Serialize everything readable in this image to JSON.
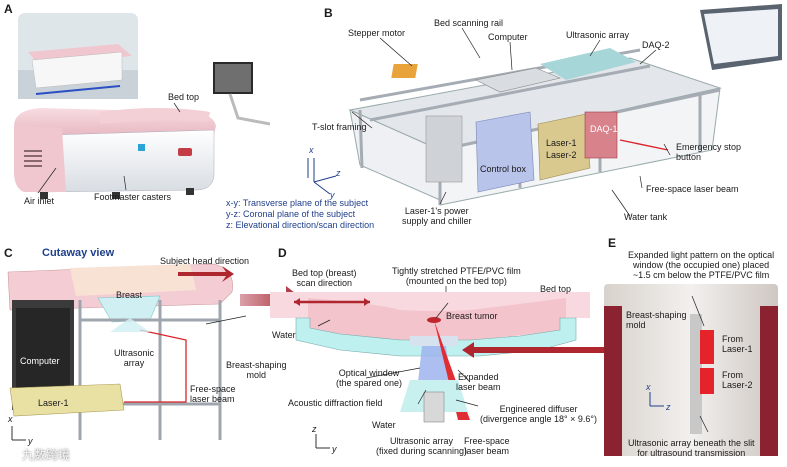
{
  "panels": {
    "a": "A",
    "b": "B",
    "c": "C",
    "d": "D",
    "e": "E"
  },
  "panel_a": {
    "bed_top": "Bed top",
    "air_inlet": "Air inlet",
    "casters": "Footmaster casters"
  },
  "planes": {
    "line1": "x-y: Transverse plane of the subject",
    "line2": "y-z: Coronal plane of the subject",
    "line3": "z: Elevational direction/scan direction"
  },
  "panel_b": {
    "stepper": "Stepper motor",
    "rail": "Bed scanning rail",
    "computer": "Computer",
    "ultrasonic": "Ultrasonic array",
    "daq2": "DAQ-2",
    "daq1": "DAQ-1",
    "tslot": "T-slot framing",
    "control_box": "Control box",
    "laser1": "Laser-1",
    "laser2": "Laser-2",
    "estop": "Emergency stop\nbutton",
    "freespace": "Free-space laser beam",
    "water_tank": "Water tank",
    "power_supply": "Laser-1's power\nsupply and chiller"
  },
  "panel_c": {
    "cutaway": "Cutaway view",
    "head_dir": "Subject head direction",
    "breast": "Breast",
    "computer": "Computer",
    "ultrasonic": "Ultrasonic\narray",
    "mold": "Breast-shaping\nmold",
    "freespace": "Free-space\nlaser beam",
    "laser1": "Laser-1"
  },
  "panel_d": {
    "scan_dir": "Bed top (breast)\nscan direction",
    "film": "Tightly stretched PTFE/PVC film\n(mounted on the bed top)",
    "bed_top": "Bed top",
    "water": "Water",
    "tumor": "Breast tumor",
    "window": "Optical window\n(the spared one)",
    "expanded": "Expanded\nlaser beam",
    "acoustic": "Acoustic diffraction field",
    "diffuser": "Engineered diffuser\n(divergence angle 18° × 9.6°)",
    "water2": "Water",
    "array": "Ultrasonic array\n(fixed during scanning)",
    "freespace": "Free-space\nlaser beam"
  },
  "panel_e": {
    "pattern": "Expanded light pattern on the optical\nwindow (the occupied one) placed\n~1.5 cm below the PTFE/PVC film",
    "mold": "Breast-shaping\nmold",
    "from1": "From\nLaser-1",
    "from2": "From\nLaser-2",
    "array": "Ultrasonic array beneath the slit\nfor ultrasound transmission"
  },
  "axes": {
    "x": "x",
    "y": "y",
    "z": "z"
  },
  "watermark": "九数跨境",
  "colors": {
    "pink_bed": "#f2c9d0",
    "frame": "#c8ccd2",
    "control_box": "#b8c4e8",
    "laser_box": "#d9c98f",
    "water": "#bfeff0",
    "red_beam": "#d9252a",
    "dark_red_arrow": "#b0262e",
    "caption_blue": "#1f3f8a"
  }
}
